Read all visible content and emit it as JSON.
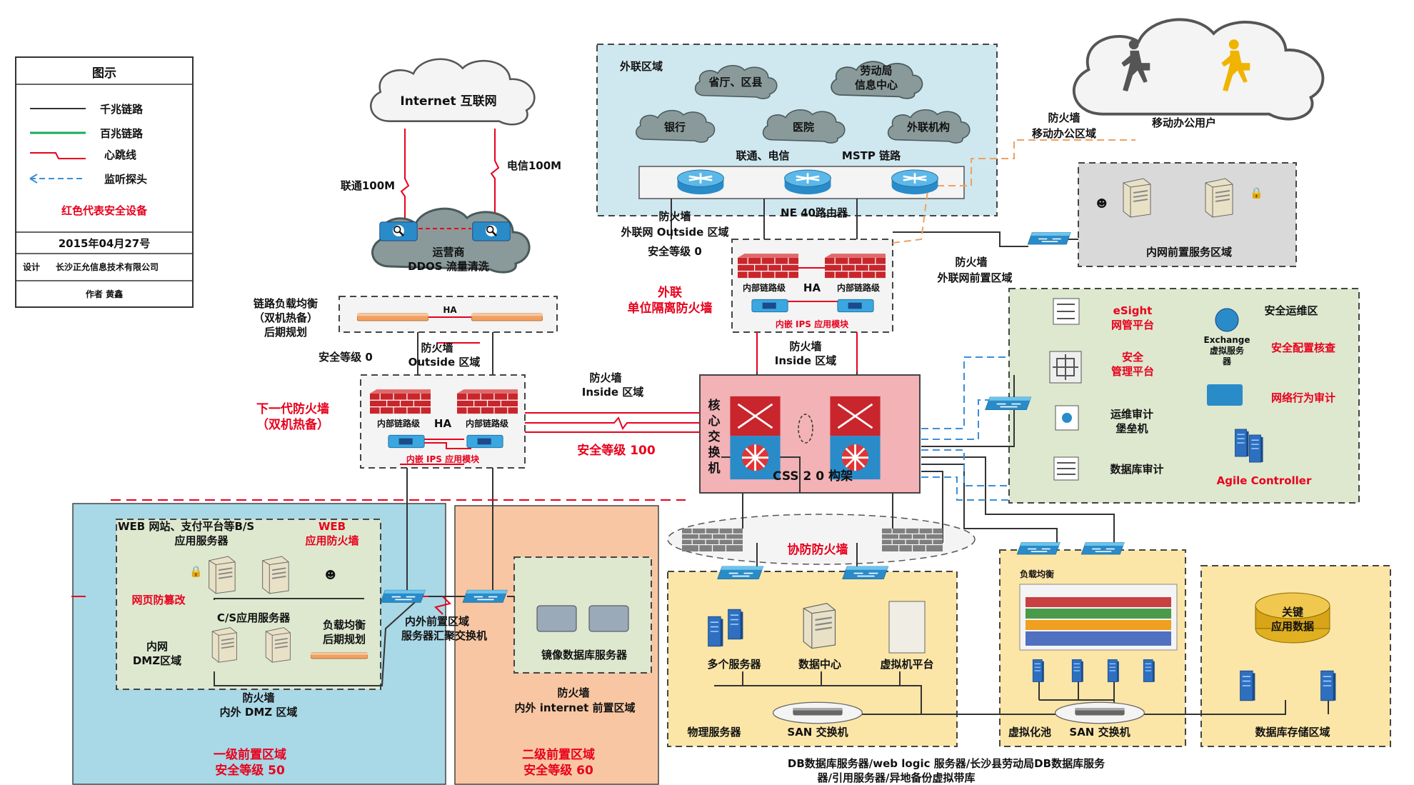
{
  "legend": {
    "title": "图示",
    "items": [
      "千兆链路",
      "百兆链路",
      "心跳线",
      "监听探头"
    ],
    "red_note": "红色代表安全设备",
    "date": "2015年04月27号",
    "designer": "设计",
    "company": "长沙正允信息技术有限公司",
    "author": "作者 黄鑫"
  },
  "internet": {
    "cloud": "Internet 互联网",
    "link_unicom": "联通100M",
    "link_telecom": "电信100M",
    "ddos_1": "运营商",
    "ddos_2": "DDOS 流量清洗"
  },
  "lb": {
    "label_1": "链路负载均衡",
    "label_2": "（双机热备）",
    "label_3": "后期规划",
    "ha": "HA"
  },
  "outer_fw": {
    "level": "安全等级 0",
    "zone_1": "防火墙",
    "zone_2": "Outside 区域",
    "ngfw_1": "下一代防火墙",
    "ngfw_2": "（双机热备）",
    "fw_label": "内部链路级",
    "ha": "HA",
    "ips": "内嵌 IPS 应用模块",
    "inside_1": "防火墙",
    "inside_2": "Inside 区域",
    "level_100": "安全等级 100"
  },
  "extnet": {
    "zone_label": "外联区域",
    "clouds": [
      "省厅、区县",
      "劳动局信息中心",
      "银行",
      "医院",
      "外联机构"
    ],
    "link": "联通、电信",
    "mstp": "MSTP 链路",
    "router": "NE 40路由器",
    "fw_outside_1": "防火墙",
    "fw_outside_2": "外联网 Outside 区域",
    "fw_level": "安全等级 0",
    "red_1": "外联",
    "red_2": "单位隔离防火墙",
    "fw_label": "内部链路级",
    "ha": "HA",
    "ips": "内嵌 IPS 应用模块",
    "fw_inside_1": "防火墙",
    "fw_inside_2": "Inside 区域",
    "front_1": "防火墙",
    "front_2": "外联网前置区域"
  },
  "mobile": {
    "users": "移动办公用户",
    "fw_1": "防火墙",
    "fw_2": "移动办公区域"
  },
  "intranet_front": {
    "label": "内网前置服务区域"
  },
  "core": {
    "label": "核心交换机",
    "css": "CSS 2 0 构架"
  },
  "ops": {
    "title": "安全运维区",
    "esight_1": "eSight",
    "esight_2": "网管平台",
    "exchange_1": "Exchange",
    "exchange_2": "虚拟服务",
    "exchange_3": "器",
    "config": "安全配置核查",
    "sec_1": "安全",
    "sec_2": "管理平台",
    "audit_net": "网络行为审计",
    "bastion_1": "运维审计",
    "bastion_2": "堡垒机",
    "agile": "Agile Controller",
    "db_audit": "数据库审计"
  },
  "cofw": {
    "label": "协防防火墙"
  },
  "dmz": {
    "web_1": "WEB 网站、支付平台等B/S",
    "web_2": "应用服务器",
    "waf_1": "WEB",
    "waf_2": "应用防火墙",
    "anti_tamper": "网页防篡改",
    "cs": "C/S应用服务器",
    "lb_1": "负载均衡",
    "lb_2": "后期规划",
    "intra_1": "内网",
    "intra_2": "DMZ区域",
    "fw_1": "防火墙",
    "fw_2": "内外 DMZ 区域",
    "agg_1": "内外前置区域",
    "agg_2": "服务器汇聚交换机",
    "level_1": "一级前置区域",
    "level_2": "安全等级 50"
  },
  "front2": {
    "mirror": "镜像数据库服务器",
    "fw_1": "防火墙",
    "fw_2": "内外 internet 前置区域",
    "level_1": "二级前置区域",
    "level_2": "安全等级 60"
  },
  "physical": {
    "multi": "多个服务器",
    "dc": "数据中心",
    "vm": "虚拟机平台",
    "label": "物理服务器",
    "san": "SAN 交换机"
  },
  "virtual": {
    "lb": "负载均衡",
    "label": "虚拟化池",
    "san": "SAN 交换机"
  },
  "storage": {
    "key_1": "关键",
    "key_2": "应用数据",
    "label": "数据库存储区域"
  },
  "footer": {
    "line_1": "DB数据库服务器/web logic 服务器/长沙县劳动局DB数据库服务",
    "line_2": "器/引用服务器/异地备份虚拟带库"
  },
  "colors": {
    "gigabit": "#333333",
    "hundred_mb": "#1aa860",
    "heartbeat": "#e8001c",
    "probe": "#3a8fd8",
    "security_red": "#e8001c",
    "zone_blue": "#cfe7ef",
    "zone_green": "#dde8cf",
    "zone_gray": "#d9d9d9",
    "zone_yellow": "#fbe6a8",
    "zone_dmz": "#a9d8e6",
    "zone_orange": "#f8c6a3",
    "core_pink": "#f2b2b6"
  }
}
